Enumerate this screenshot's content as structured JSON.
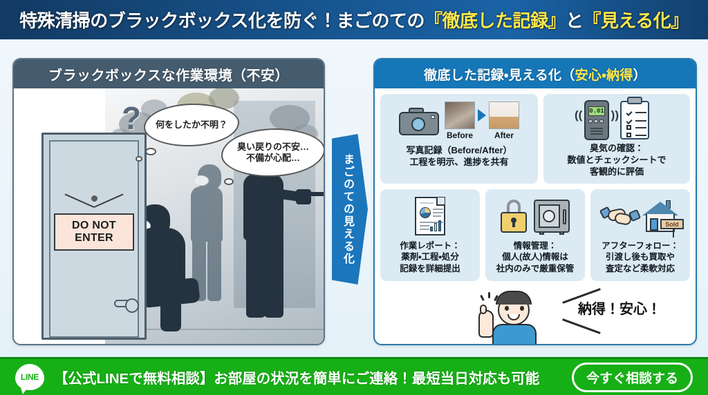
{
  "header": {
    "title_parts": [
      {
        "text": "特殊清掃のブラックボックス化を防ぐ！まごのての",
        "highlight": false
      },
      {
        "text": "『徹底した記録』",
        "highlight": true
      },
      {
        "text": "と",
        "highlight": false
      },
      {
        "text": "『見える化』",
        "highlight": true
      }
    ],
    "title_plain": "特殊清掃のブラックボックス化を防ぐ！まごのての『徹底した記録』と『見える化』"
  },
  "left_panel": {
    "header": "ブラックボックスな作業環境（不安）",
    "door_sign_line1": "DO NOT",
    "door_sign_line2": "ENTER",
    "question_mark": "?",
    "bubbles": [
      "何をしたか不明？",
      "臭い戻りの不安…\n不備が心配…"
    ],
    "bubble1": "何をしたか不明？",
    "bubble2_line1": "臭い戻りの不安…",
    "bubble2_line2": "不備が心配…"
  },
  "arrow": {
    "label": "まごのての見える化"
  },
  "right_panel": {
    "header_parts": [
      {
        "text": "徹底した記録・見える化（",
        "highlight": false
      },
      {
        "text": "安心・納得",
        "highlight": true
      },
      {
        "text": "）",
        "highlight": false
      }
    ],
    "header_plain": "徹底した記録・見える化（安心・納得）",
    "cards": [
      {
        "id": "photo-record",
        "icons": [
          "camera-icon",
          "before-image",
          "right-arrow-icon",
          "after-image"
        ],
        "before_label": "Before",
        "after_label": "After",
        "title": "写真記録（Before/After）",
        "line2": "工程を明示、進捗を共有"
      },
      {
        "id": "odor-check",
        "icons": [
          "gas-detector-icon",
          "clipboard-checklist-icon"
        ],
        "detector_value": "0.01",
        "title": "臭気の確認：",
        "line2": "数値とチェックシートで",
        "line3": "客観的に評価"
      },
      {
        "id": "work-report",
        "icons": [
          "report-document-icon"
        ],
        "title": "作業レポート：",
        "line2": "薬剤・工程・処分",
        "line3": "記録を詳細提出"
      },
      {
        "id": "info-management",
        "icons": [
          "padlock-icon",
          "safe-icon"
        ],
        "title": "情報管理：",
        "line2": "個人(故人)情報は",
        "line3": "社内のみで厳重保管"
      },
      {
        "id": "after-follow",
        "icons": [
          "handshake-icon",
          "house-sold-icon"
        ],
        "sold_label": "Sold",
        "title": "アフターフォロー：",
        "line2": "引渡し後も買取や",
        "line3": "査定など柔軟対応"
      }
    ],
    "person_quote": "納得！安心！"
  },
  "footer": {
    "line_badge": "LINE",
    "text": "【公式LINEで無料相談】お部屋の状況を簡単にご連絡！最短当日対応も可能",
    "cta_label": "今すぐ相談する"
  },
  "colors": {
    "header_navy": "#123a63",
    "accent_blue": "#1577b8",
    "left_header_slate": "#455b6e",
    "highlight_yellow": "#ffe84a",
    "line_green": "#17af16",
    "card_bg": "#dceaf3"
  }
}
